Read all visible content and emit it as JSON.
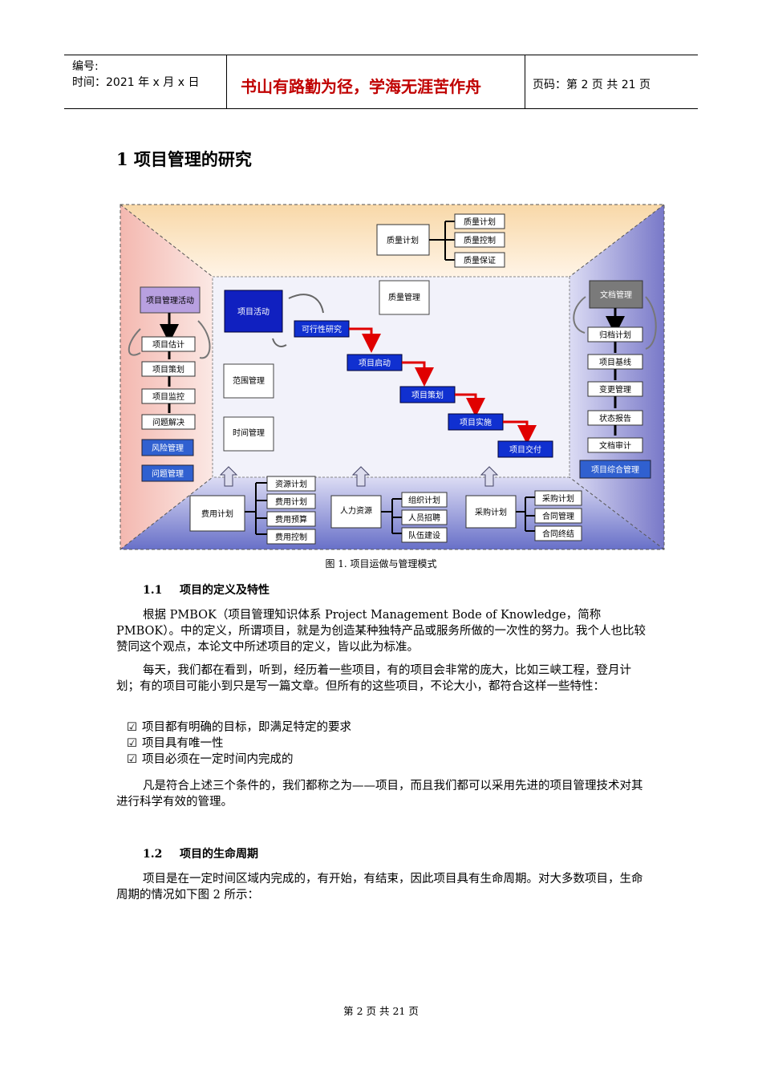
{
  "header": {
    "number_label": "编号:",
    "time_label": "时间：2021 年 x 月 x 日",
    "motto": "书山有路勤为径，学海无涯苦作舟",
    "page_info": "页码：第 2 页  共 21 页"
  },
  "section": {
    "title": "1 项目管理的研究"
  },
  "figure": {
    "caption": "图 1. 项目运做与管理模式",
    "top_plan": [
      "质量计划"
    ],
    "top_items": [
      "质量计划",
      "质量控制",
      "质量保证"
    ],
    "left_head": "项目管理活动",
    "left_items": [
      "项目估计",
      "项目策划",
      "项目监控",
      "问题解决"
    ],
    "left_special": [
      "风险管理",
      "问题管理"
    ],
    "center_head": "项目活动",
    "stair_steps": [
      "可行性研究",
      "项目启动",
      "项目策划",
      "项目实施",
      "项目交付"
    ],
    "center_docs": [
      "质量管理",
      "范围管理",
      "时间管理"
    ],
    "right_head": "文档管理",
    "right_items": [
      "归档计划",
      "项目基线",
      "变更管理",
      "状态报告",
      "文档审计"
    ],
    "right_footer": "项目综合管理",
    "bottom_cost_head": "费用计划",
    "bottom_cost_items": [
      "资源计划",
      "费用计划",
      "费用预算",
      "费用控制"
    ],
    "bottom_hr_head": "人力资源",
    "bottom_hr_items": [
      "组织计划",
      "人员招聘",
      "队伍建设"
    ],
    "bottom_proc_head": "采购计划",
    "bottom_proc_items": [
      "采购计划",
      "合同管理",
      "合同终结"
    ]
  },
  "sub1": {
    "num": "1.1",
    "title": "项目的定义及特性"
  },
  "p1": "根据 PMBOK（项目管理知识体系 Project Management Bode of Knowledge，简称 PMBOK）。中的定义，所谓项目，就是为创造某种独特产品或服务所做的一次性的努力。我个人也比较赞同这个观点，本论文中所述项目的定义，皆以此为标准。",
  "p2": "每天，我们都在看到，听到，经历着一些项目，有的项目会非常的庞大，比如三峡工程，登月计划；有的项目可能小到只是写一篇文章。但所有的这些项目，不论大小，都符合这样一些特性：",
  "checks": [
    "项目都有明确的目标，即满足特定的要求",
    "项目具有唯一性",
    "项目必须在一定时间内完成的"
  ],
  "p3": "凡是符合上述三个条件的，我们都称之为——项目，而且我们都可以采用先进的项目管理技术对其进行科学有效的管理。",
  "sub2": {
    "num": "1.2",
    "title": "项目的生命周期"
  },
  "p4": "项目是在一定时间区域内完成的，有开始，有结束，因此项目具有生命周期。对大多数项目，生命周期的情况如下图 2 所示：",
  "footer": "第 2 页 共 21 页"
}
